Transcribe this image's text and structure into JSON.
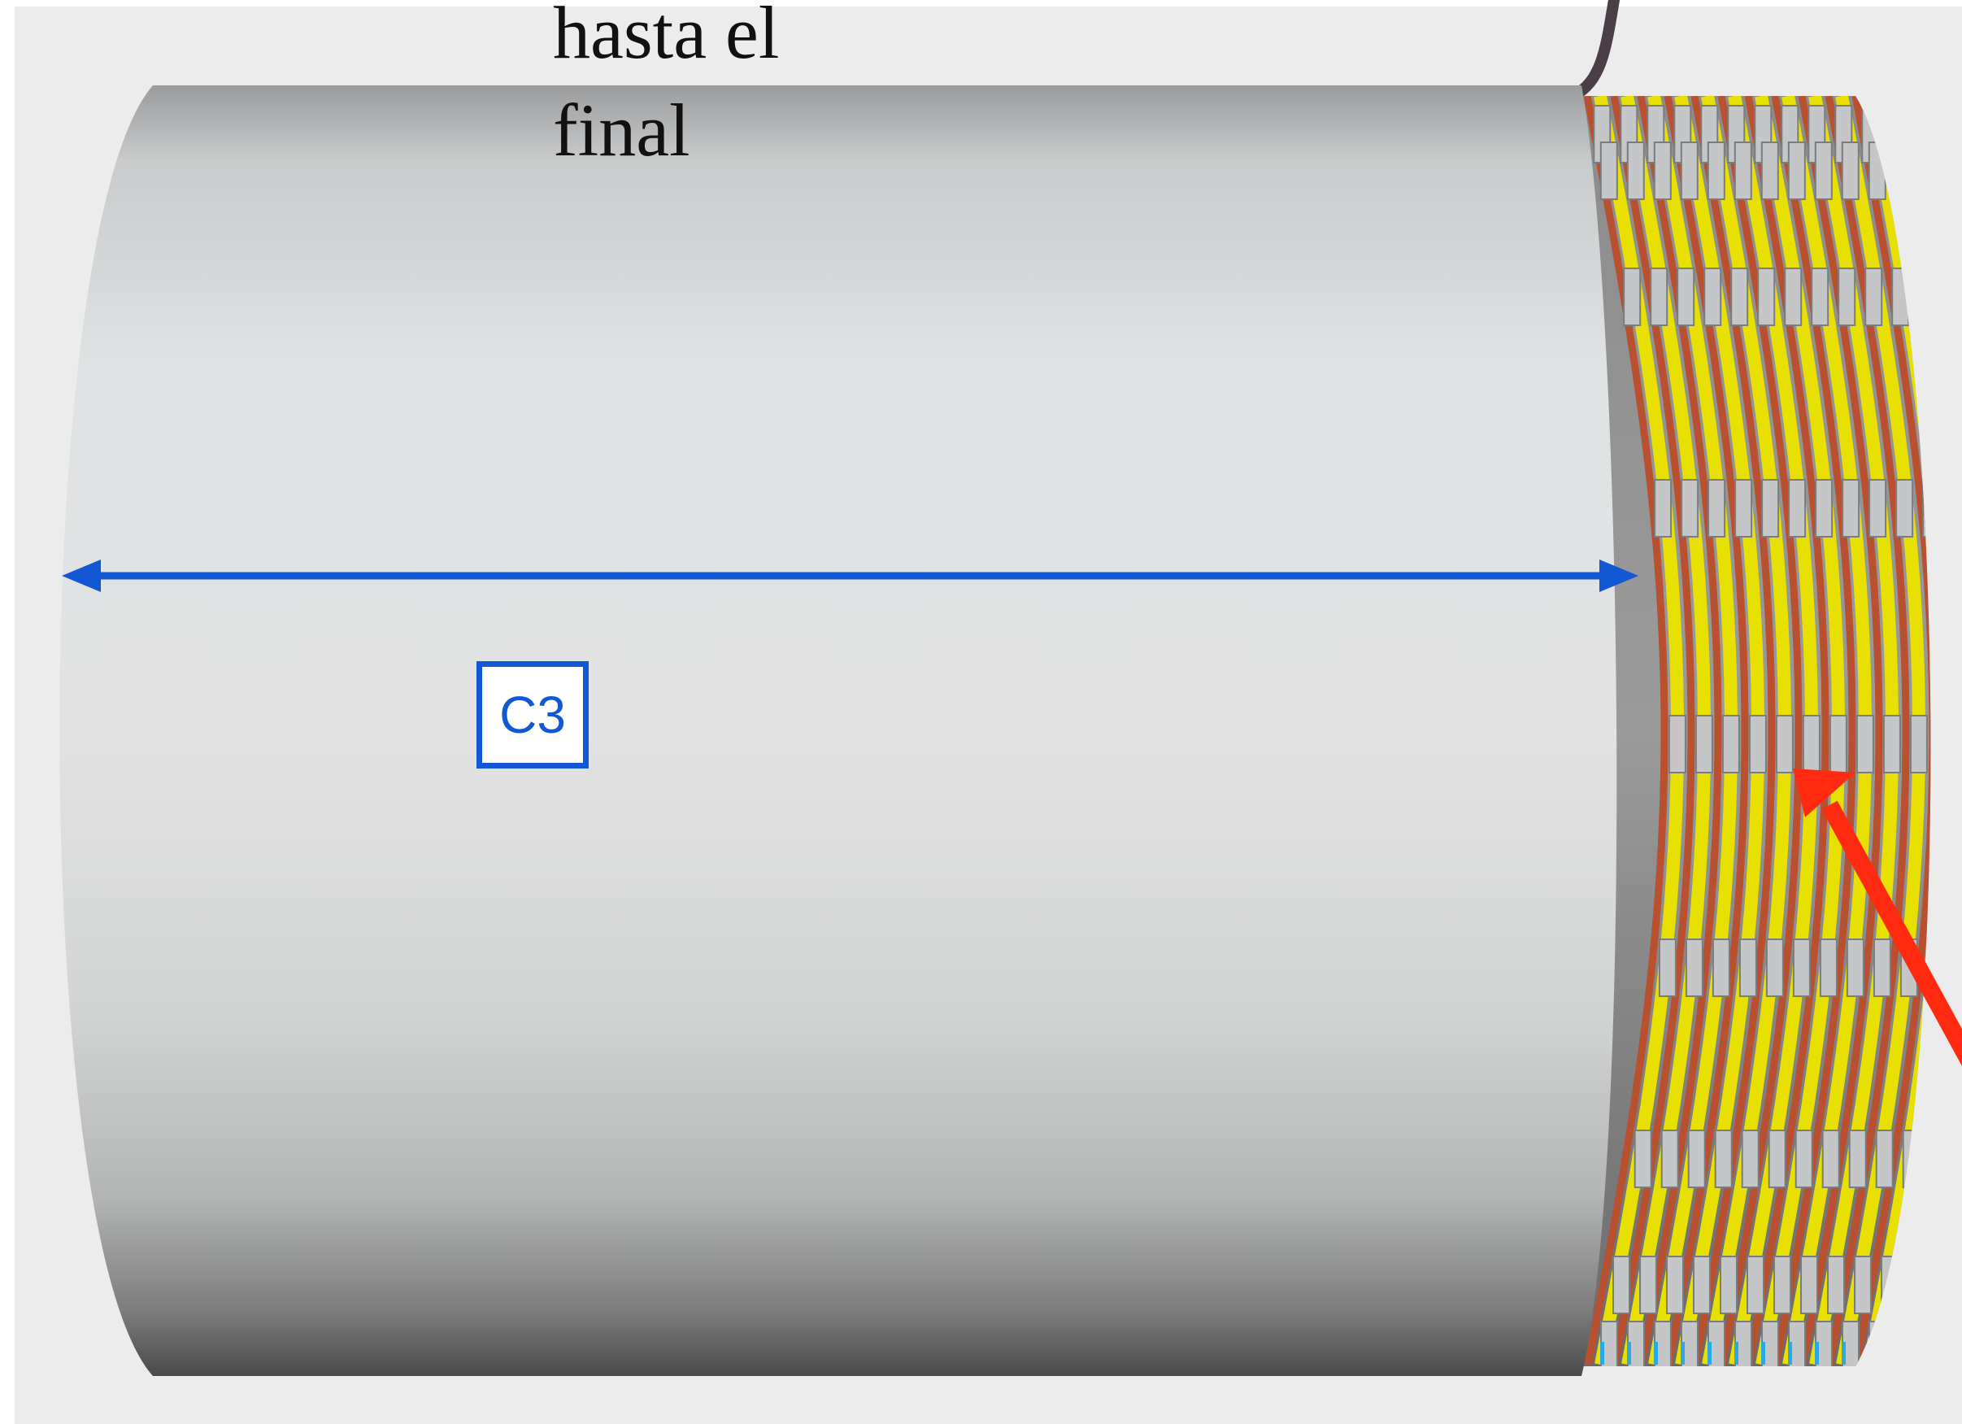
{
  "caption": {
    "line1": "hasta el",
    "line2": "final"
  },
  "dimension": {
    "label": "C3",
    "color": "#1257d4"
  },
  "pointer_arrow": {
    "color": "#ff2a10"
  },
  "colors": {
    "shell_light": "#e3e5e6",
    "shell_dark": "#4a4a4a",
    "coil_copper": "#b9502f",
    "insulation_yellow": "#e8e000",
    "spacer_gray": "#c4c6c8",
    "cable": "#4b3e46"
  }
}
